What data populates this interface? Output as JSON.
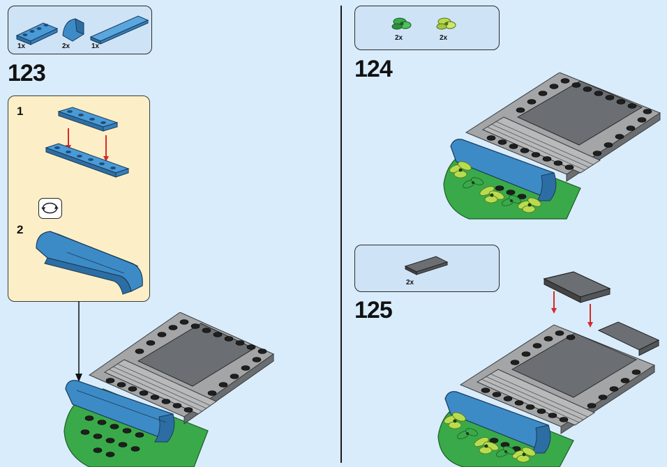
{
  "colors": {
    "background": "#d9ecfb",
    "parts_box": "#cfe3f7",
    "substep_box": "#fcefc7",
    "blue_brick": "#3d8bc6",
    "green_base": "#3aa94a",
    "dark_grey": "#555a5e",
    "light_grey": "#a3a5a7",
    "black_studs": "#222222",
    "arrow_red": "#d62a2a",
    "leaf_yellow_green": "#b9dc4f"
  },
  "steps": [
    {
      "number": "123",
      "parts": [
        {
          "qty": "1x",
          "part": "blue-plate-1x4"
        },
        {
          "qty": "2x",
          "part": "blue-curved-slope"
        },
        {
          "qty": "1x",
          "part": "blue-tile-long"
        }
      ],
      "substeps": [
        {
          "number": "1"
        },
        {
          "number": "2"
        }
      ],
      "rotate_icon": "rotate-model-icon"
    },
    {
      "number": "124",
      "parts": [
        {
          "qty": "2x",
          "part": "green-leaves"
        },
        {
          "qty": "2x",
          "part": "yellow-green-leaves"
        }
      ]
    },
    {
      "number": "125",
      "parts": [
        {
          "qty": "2x",
          "part": "dark-grey-tile-2x4"
        }
      ]
    }
  ]
}
